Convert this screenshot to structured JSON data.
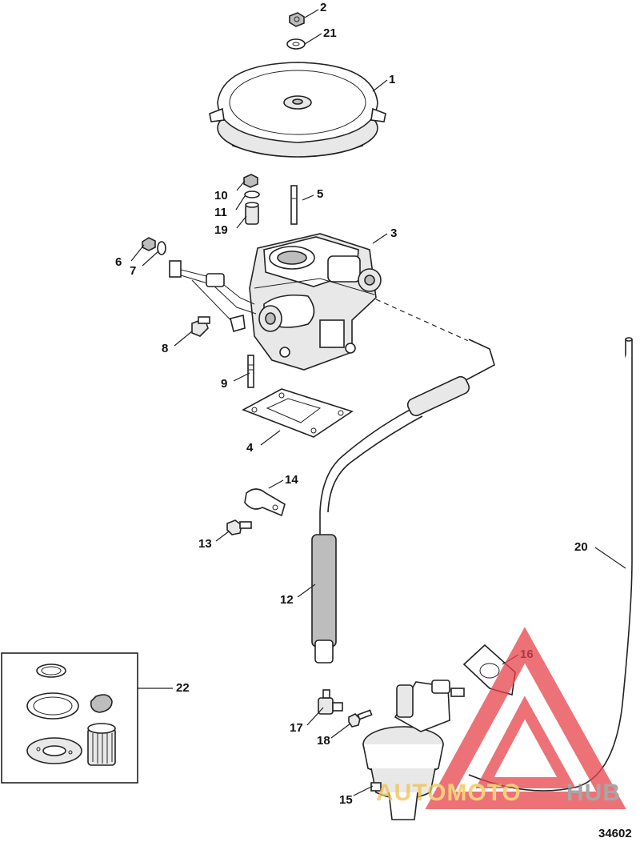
{
  "figure_number": "34602",
  "watermark": {
    "part1": "AUTOMOTO",
    "part2": "HUB",
    "color1": "#f2c14e",
    "color2": "#8a8a8a",
    "triangle_color": "#e8434a"
  },
  "callouts": {
    "c1": "1",
    "c2": "2",
    "c3": "3",
    "c4": "4",
    "c5": "5",
    "c6": "6",
    "c7": "7",
    "c8": "8",
    "c9": "9",
    "c10": "10",
    "c11": "11",
    "c12": "12",
    "c13": "13",
    "c14": "14",
    "c15": "15",
    "c16": "16",
    "c17": "17",
    "c18": "18",
    "c19": "19",
    "c20": "20",
    "c21": "21",
    "c22": "22"
  }
}
